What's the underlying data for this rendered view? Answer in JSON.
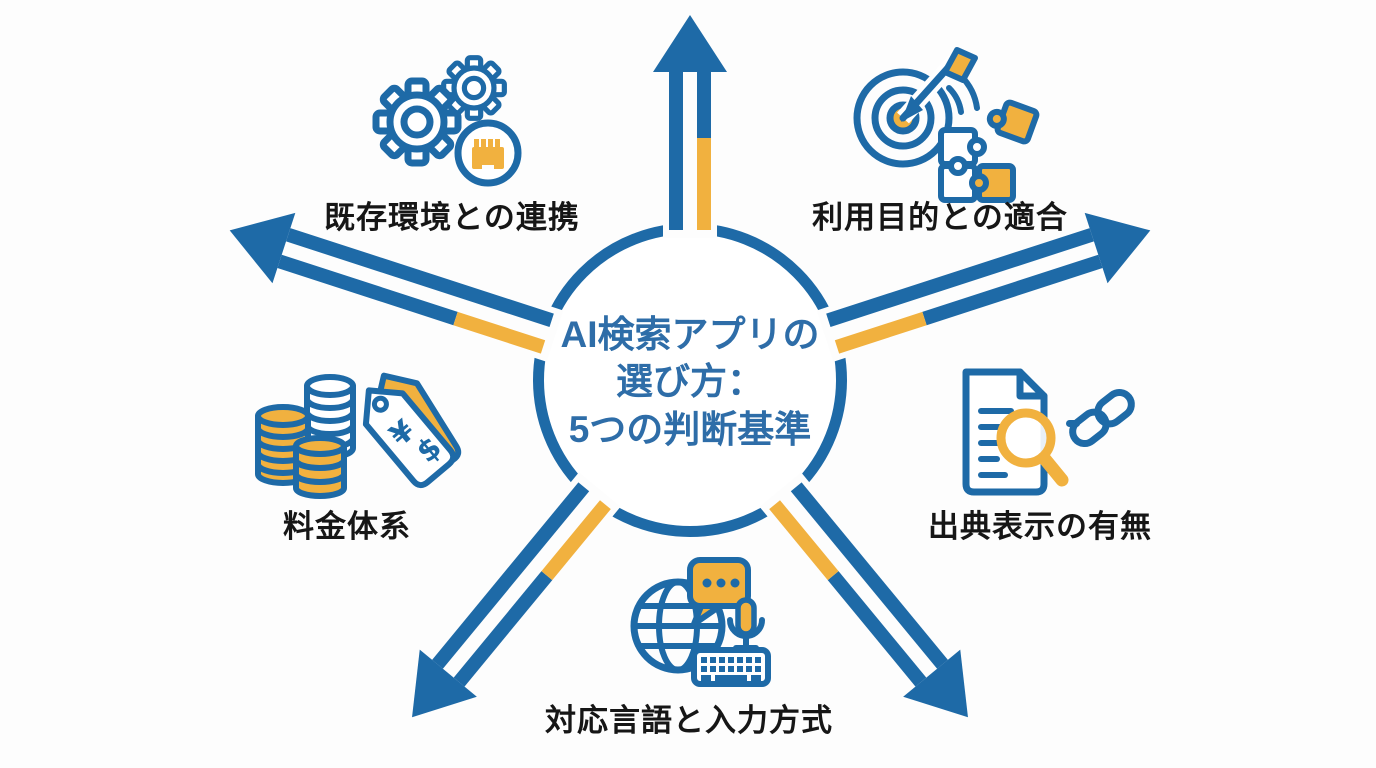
{
  "title": {
    "lines": [
      "AI検索アプリの",
      "選び方：",
      "5つの判断基準"
    ]
  },
  "criteria": [
    {
      "label": "既存環境との連携",
      "icon": "gears-network-icon"
    },
    {
      "label": "利用目的との適合",
      "icon": "target-puzzle-icon"
    },
    {
      "label": "出典表示の有無",
      "icon": "document-search-link-icon"
    },
    {
      "label": "対応言語と入力方式",
      "icon": "globe-speech-mic-keyboard-icon"
    },
    {
      "label": "料金体系",
      "icon": "coins-price-tags-icon"
    }
  ],
  "tag_symbols": {
    "yen": "¥",
    "dollar": "$"
  },
  "colors": {
    "blue": "#1e6aa7",
    "yellow": "#f1b13f",
    "title_blue": "#2e6da8",
    "ink": "#161616",
    "bg": "#fdfdfd"
  }
}
